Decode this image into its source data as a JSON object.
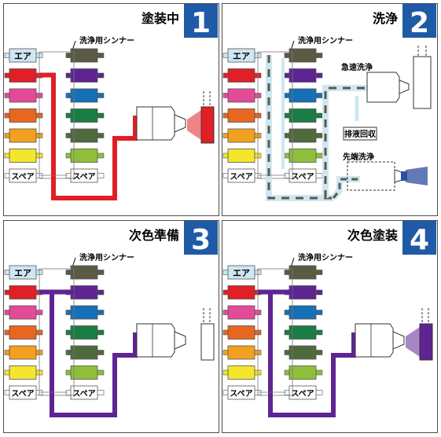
{
  "colors": {
    "panel_border": "#4d4d4d",
    "number_bg": "#1f5aa6",
    "air": "#cfe6f3",
    "thinner": "#5a5a45",
    "red": "#e01f26",
    "purple": "#5e2592",
    "pink": "#e34b98",
    "blue": "#1570b7",
    "orange": "#e8661f",
    "dkgreen": "#1b7c44",
    "gold": "#f2a01f",
    "olive": "#4f6a3c",
    "yellow": "#f3e62c",
    "ltgreen": "#8fbf3a",
    "spare": "#ffffff",
    "mist_blue": "#2d4ea1"
  },
  "panels": [
    {
      "number": "1",
      "title": "塗装中"
    },
    {
      "number": "2",
      "title": "洗浄"
    },
    {
      "number": "3",
      "title": "次色準備"
    },
    {
      "number": "4",
      "title": "次色塗装"
    }
  ],
  "labels": {
    "thinner": "洗浄用シンナー",
    "air": "エア",
    "spare": "スペア",
    "rapid_wash": "急速洗浄",
    "drain": "排液回収",
    "tip_wash": "先端洗浄"
  },
  "left_stack_colors": [
    "air",
    "red",
    "pink",
    "orange",
    "gold",
    "yellow",
    "spare"
  ],
  "right_stack_colors": [
    "thinner",
    "purple",
    "blue",
    "dkgreen",
    "olive",
    "ltgreen",
    "spare"
  ],
  "stack_labels": {
    "left_top": "エア",
    "left_bottom": "スペア",
    "right_bottom": "スペア"
  },
  "active_line": [
    "red",
    "thinner",
    "purple",
    "purple"
  ],
  "gun_state": [
    "red",
    "none",
    "empty",
    "purple"
  ]
}
